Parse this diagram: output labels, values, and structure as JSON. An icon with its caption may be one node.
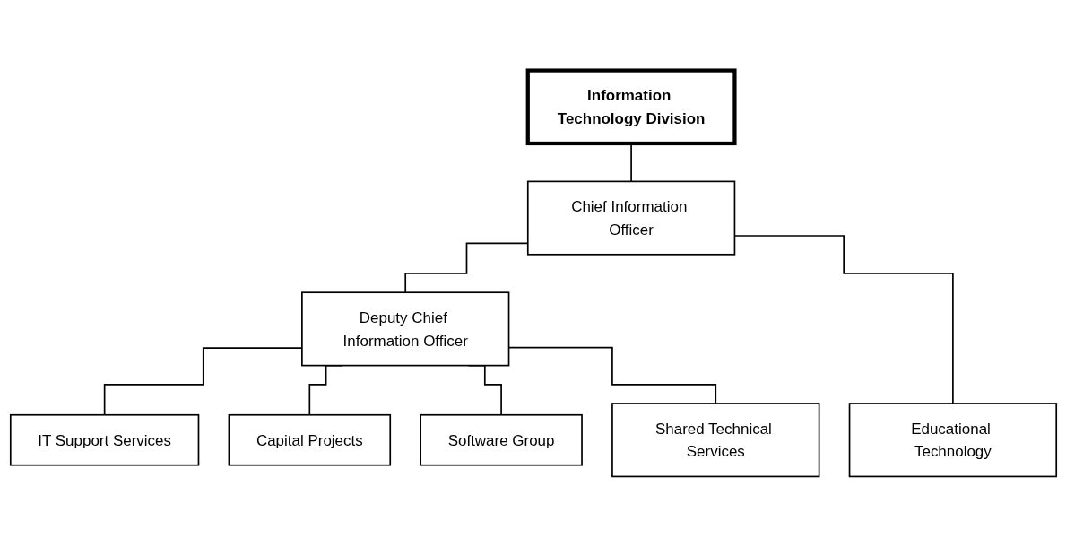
{
  "diagram": {
    "nodes": [
      {
        "text": [
          "Information Technology Division"
        ]
      },
      {
        "text": [
          "Chief Information Officer"
        ]
      },
      {
        "text": [
          "Deputy Chief Information Officer"
        ]
      },
      {
        "text": [
          "IT Support Services"
        ]
      },
      {
        "text": [
          "Capital Projects"
        ]
      },
      {
        "text": [
          "Software Group"
        ]
      },
      {
        "text": [
          "Shared Technical Services"
        ]
      },
      {
        "text": [
          "Educational Technology"
        ]
      }
    ],
    "edges": [
      {
        "from": 0,
        "to": 1,
        "arrow": "none"
      },
      {
        "from": 1,
        "to": 2,
        "arrow": "none"
      },
      {
        "from": 1,
        "to": 7,
        "arrow": "none"
      },
      {
        "from": 2,
        "to": 3,
        "arrow": "none"
      },
      {
        "from": 2,
        "to": 4,
        "arrow": "none"
      },
      {
        "from": 2,
        "to": 5,
        "arrow": "none"
      },
      {
        "from": 2,
        "to": 6,
        "arrow": "none"
      }
    ]
  }
}
